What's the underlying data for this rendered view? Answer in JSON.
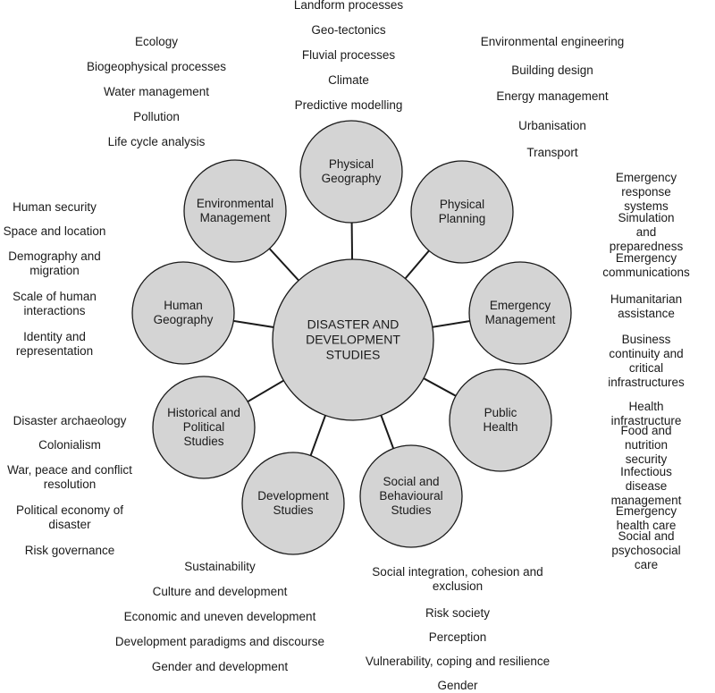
{
  "center": {
    "label": "DISASTER AND\nDEVELOPMENT\nSTUDIES"
  },
  "colors": {
    "circle_fill": "#d4d4d4",
    "stroke": "#1a1a1a"
  },
  "nodes": [
    {
      "key": "physical_geography",
      "label": "Physical\nGeography",
      "items": [
        "Landform processes",
        "Geo-tectonics",
        "Fluvial processes",
        "Climate",
        "Predictive modelling"
      ]
    },
    {
      "key": "physical_planning",
      "label": "Physical\nPlanning",
      "items": [
        "Environmental engineering",
        "Building design",
        "Energy management",
        "Urbanisation",
        "Transport"
      ]
    },
    {
      "key": "emergency_management",
      "label": "Emergency\nManagement",
      "items": [
        "Emergency response\nsystems",
        "Simulation and\npreparedness",
        "Emergency\ncommunications",
        "Humanitarian\nassistance",
        "Business continuity and\ncritical infrastructures"
      ]
    },
    {
      "key": "public_health",
      "label": "Public\nHealth",
      "items": [
        "Health infrastructure",
        "Food and nutrition\nsecurity",
        "Infectious disease\nmanagement",
        "Emergency health care",
        "Social and psychosocial\ncare"
      ]
    },
    {
      "key": "social_behavioural",
      "label": "Social and\nBehavioural\nStudies",
      "items": [
        "Social integration, cohesion and\nexclusion",
        "Risk society",
        "Perception",
        "Vulnerability, coping and resilience",
        "Gender"
      ]
    },
    {
      "key": "development_studies",
      "label": "Development\nStudies",
      "items": [
        "Sustainability",
        "Culture and development",
        "Economic and uneven development",
        "Development paradigms and discourse",
        "Gender and development"
      ]
    },
    {
      "key": "historical_political",
      "label": "Historical and\nPolitical\nStudies",
      "items": [
        "Disaster archaeology",
        "Colonialism",
        "War, peace and conflict\nresolution",
        "Political economy of\ndisaster",
        "Risk governance"
      ]
    },
    {
      "key": "human_geography",
      "label": "Human\nGeography",
      "items": [
        "Human security",
        "Space and location",
        "Demography and\nmigration",
        "Scale of human\ninteractions",
        "Identity and\nrepresentation"
      ]
    },
    {
      "key": "environmental_management",
      "label": "Environmental\nManagement",
      "items": [
        "Ecology",
        "Biogeophysical processes",
        "Water management",
        "Pollution",
        "Life cycle analysis"
      ]
    }
  ]
}
